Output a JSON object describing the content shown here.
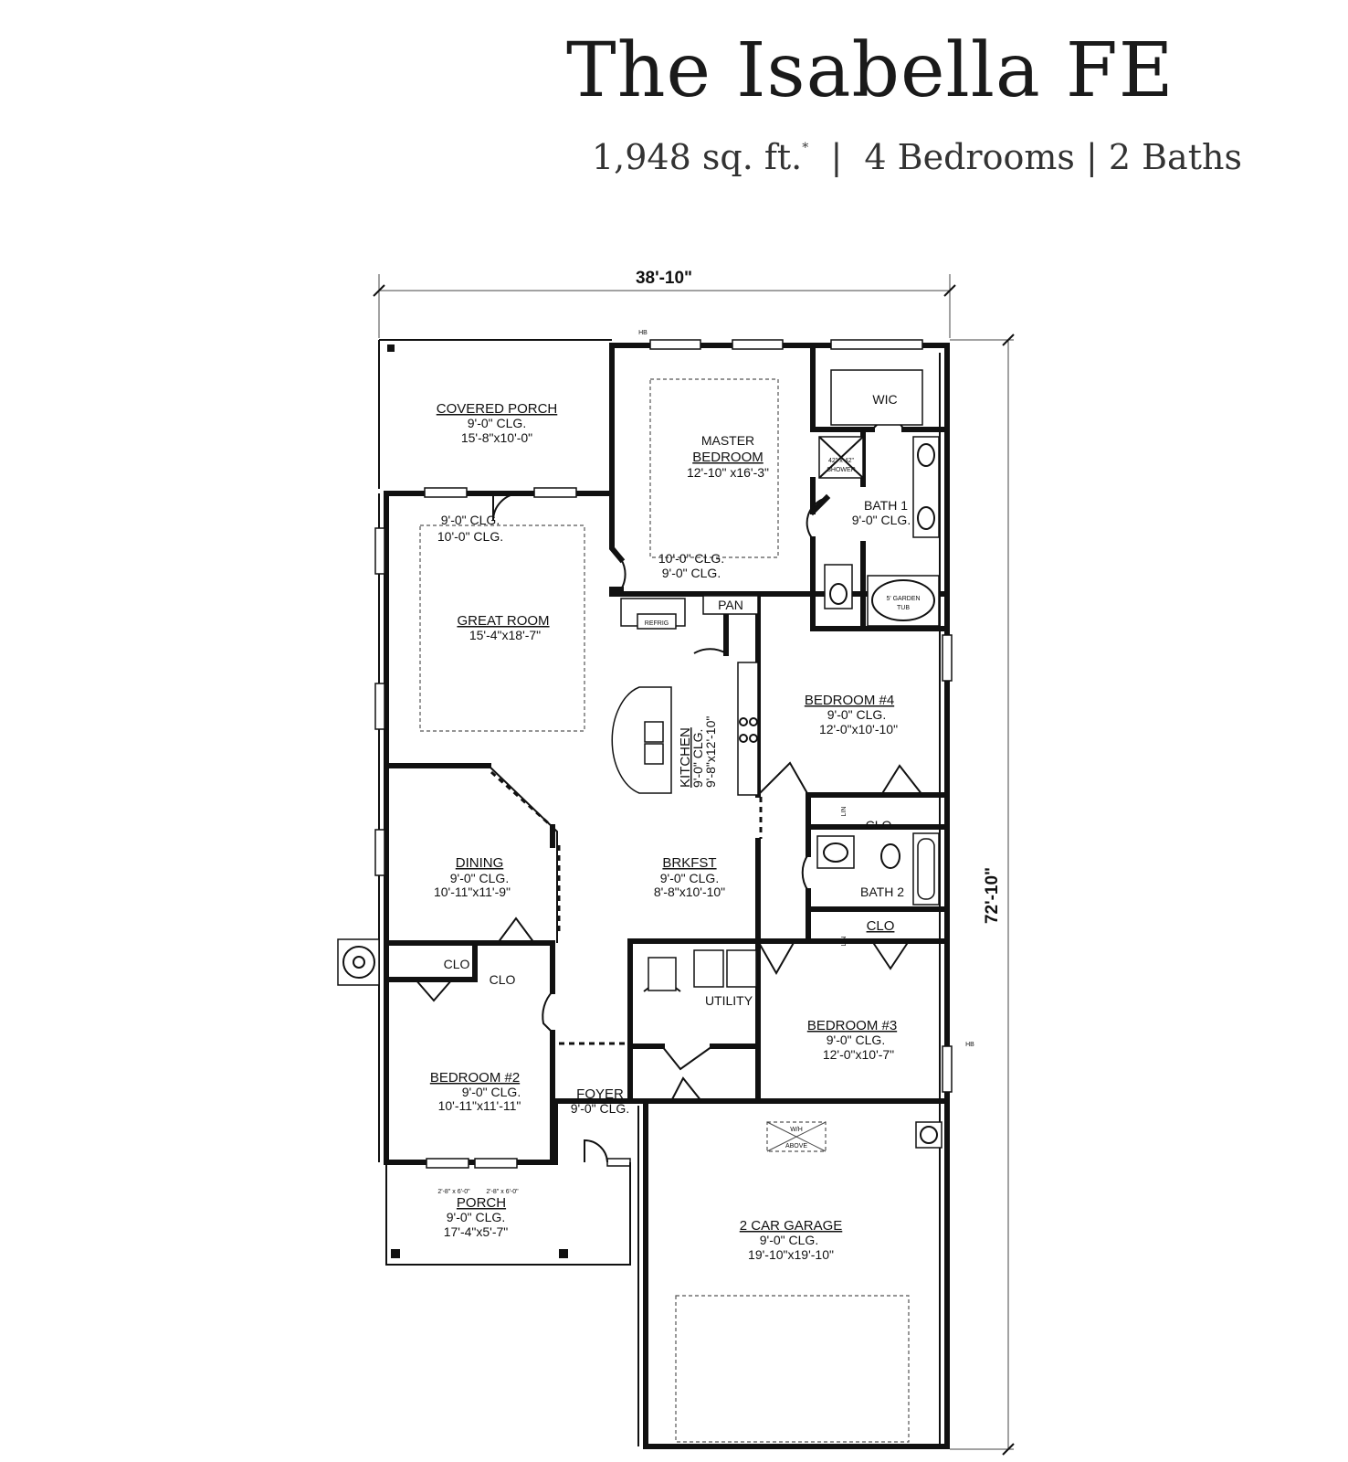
{
  "header": {
    "title": "The Isabella FE",
    "sqft": "1,948 sq. ft.",
    "sqft_note": "*",
    "sep1": "|",
    "bedrooms": "4 Bedrooms",
    "sep2": "|",
    "baths": "2 Baths"
  },
  "dimensions": {
    "width": "38'-10\"",
    "depth": "72'-10\""
  },
  "rooms": {
    "covered_porch": {
      "name": "COVERED PORCH",
      "clg": "9'-0\" CLG.",
      "size": "15'-8\"x10'-0\""
    },
    "master_bedroom": {
      "name1": "MASTER",
      "name2": "BEDROOM",
      "size": "12'-10\" x16'-3\""
    },
    "wic": {
      "name": "WIC"
    },
    "shower": {
      "size": "42\" x 42\"",
      "name": "SHOWER"
    },
    "bath1": {
      "name": "BATH 1",
      "clg": "9'-0\" CLG."
    },
    "great_room_clg": {
      "a": "9'-0\" CLG.",
      "b": "10'-0\" CLG."
    },
    "master_clg": {
      "a": "10'-0\" CLG.",
      "b": "9'-0\" CLG."
    },
    "great_room": {
      "name": "GREAT ROOM",
      "size": "15'-4\"x18'-7\""
    },
    "pan": {
      "name": "PAN"
    },
    "refrig": {
      "name": "REFRIG"
    },
    "garden_tub": {
      "name": "5' GARDEN",
      "name2": "TUB"
    },
    "kitchen": {
      "name": "KITCHEN",
      "clg": "9'-0\" CLG.",
      "size": "9'-8\"x12'-10\""
    },
    "bedroom4": {
      "name": "BEDROOM #4",
      "clg": "9'-0\" CLG.",
      "size": "12'-0\"x10'-10\""
    },
    "lin_a": {
      "name": "LIN"
    },
    "clo_a": {
      "name": "CLO"
    },
    "dining": {
      "name": "DINING",
      "clg": "9'-0\" CLG.",
      "size": "10'-11\"x11'-9\""
    },
    "brkfst": {
      "name": "BRKFST",
      "clg": "9'-0\" CLG.",
      "size": "8'-8\"x10'-10\""
    },
    "bath2": {
      "name": "BATH 2"
    },
    "clo_b": {
      "name": "CLO"
    },
    "lin_b": {
      "name": "LIN"
    },
    "clo_c": {
      "name": "CLO"
    },
    "clo_d": {
      "name": "CLO"
    },
    "utility": {
      "name": "UTILITY"
    },
    "bedroom3": {
      "name": "BEDROOM #3",
      "clg": "9'-0\" CLG.",
      "size": "12'-0\"x10'-7\""
    },
    "hb_a": {
      "name": "HB"
    },
    "hb_b": {
      "name": "HB"
    },
    "bedroom2": {
      "name": "BEDROOM #2",
      "clg": "9'-0\" CLG.",
      "size": "10'-11\"x11'-11\""
    },
    "foyer": {
      "name": "FOYER",
      "clg": "9'-0\" CLG."
    },
    "porch_windows": {
      "a": "2'-8\" x 6'-0\"",
      "b": "2'-8\" x 6'-0\""
    },
    "porch": {
      "name": "PORCH",
      "clg": "9'-0\" CLG.",
      "size": "17'-4\"x5'-7\""
    },
    "water_heater": {
      "name": "W/H",
      "note": "ABOVE"
    },
    "garage": {
      "name": "2 CAR GARAGE",
      "clg": "9'-0\" CLG.",
      "size": "19'-10\"x19'-10\""
    }
  }
}
